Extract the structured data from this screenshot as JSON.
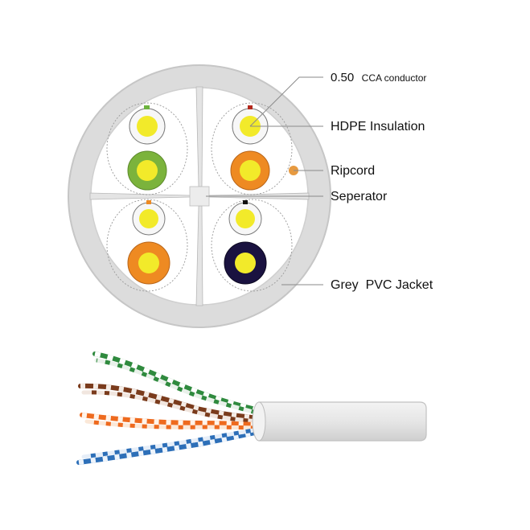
{
  "labels": {
    "conductor_size": "0.50",
    "conductor_type": "CCA conductor",
    "insulation": "HDPE Insulation",
    "ripcord": "Ripcord",
    "separator": "Seperator",
    "jacket": "Grey  PVC Jacket"
  },
  "colors": {
    "jacket": "#dcdcdc",
    "jacket_edge": "#c4c4c4",
    "conductor": "#f2ea2a",
    "insulation": "#f7f7f7",
    "green": "#7bb33c",
    "orange": "#ee8a22",
    "brown": "#7a3b1c",
    "blue": "#2d6fb8",
    "navy": "#1a1240",
    "ripcord": "#e79a40",
    "leader_line": "#8a8a8a"
  },
  "pairs": [
    "green",
    "orange",
    "brown",
    "blue"
  ]
}
